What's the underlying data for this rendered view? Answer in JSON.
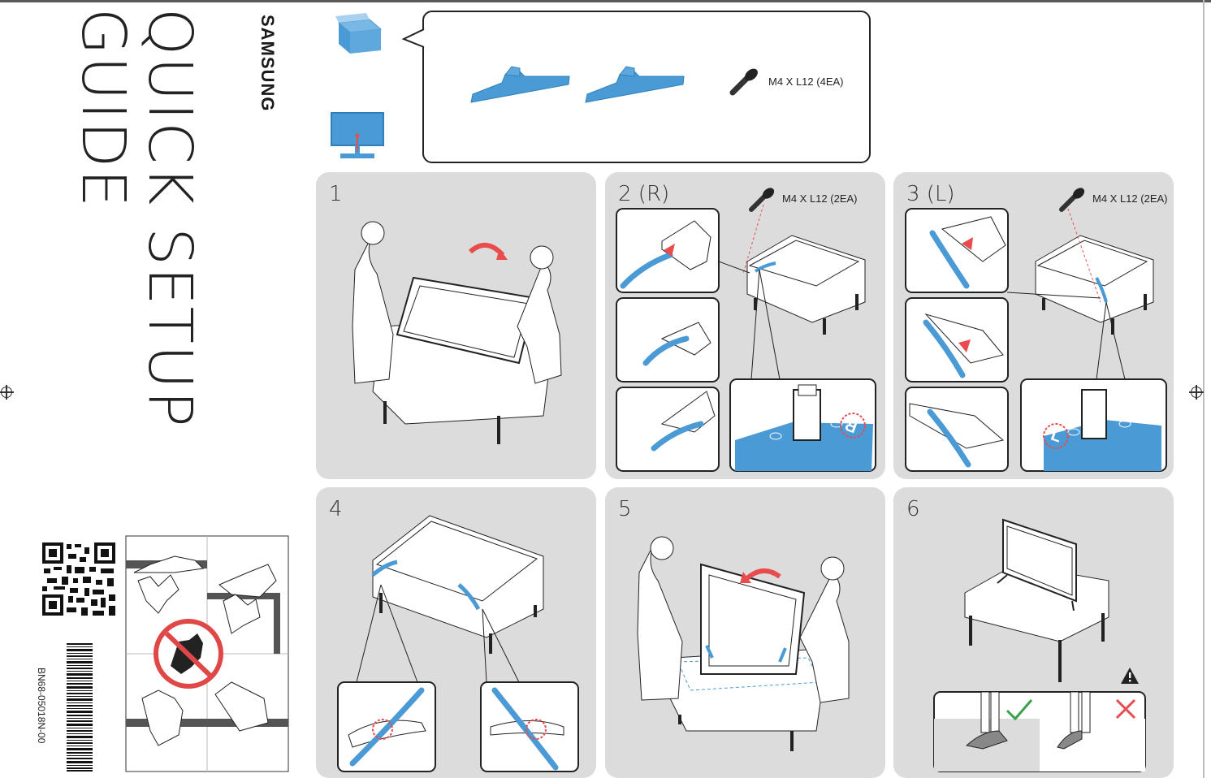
{
  "cover": {
    "title_line1": "QUICK SETUP",
    "title_line2": "GUIDE",
    "brand": "SAMSUNG",
    "part_code": "BN68-05018N-00"
  },
  "parts": {
    "screw_label": "M4 X L12 (4EA)"
  },
  "steps": [
    {
      "label": "1"
    },
    {
      "label": "2 (R)",
      "screw_label": "M4 X L12 (2EA)",
      "stand_mark": "R"
    },
    {
      "label": "3 (L)",
      "screw_label": "M4 X L12 (2EA)",
      "stand_mark": "L"
    },
    {
      "label": "4"
    },
    {
      "label": "5"
    },
    {
      "label": "6"
    }
  ],
  "colors": {
    "accent_blue": "#4a9ad6",
    "panel_gray": "#dcdcdc",
    "warning_red": "#e84c4c",
    "check_green": "#3aa14a"
  }
}
